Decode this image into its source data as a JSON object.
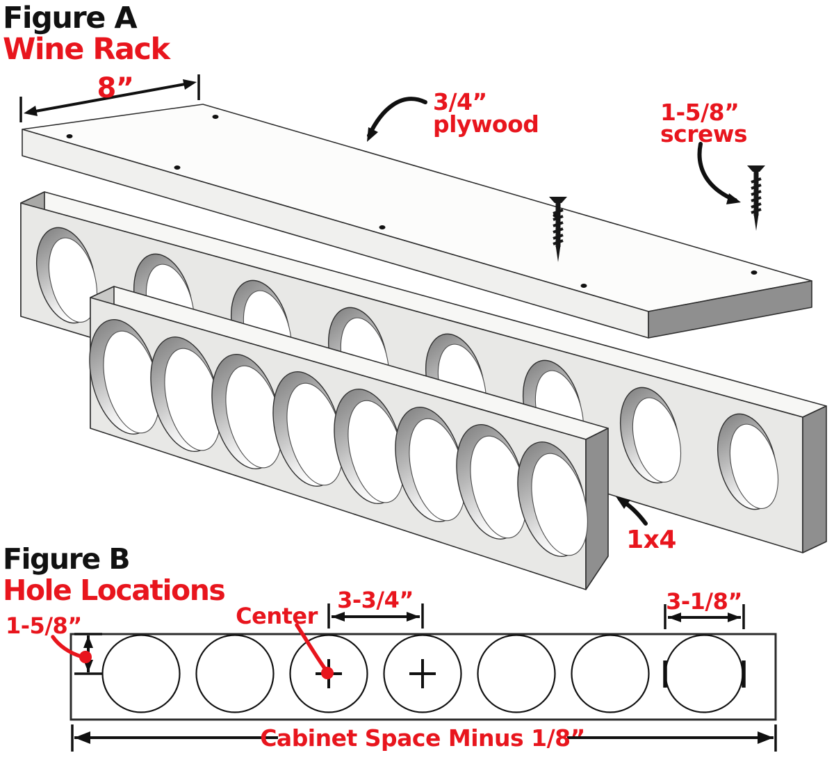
{
  "figure_a": {
    "heading": "Figure A",
    "subheading": "Wine Rack",
    "dim_width": "8”",
    "callout_plywood_l1": "3/4”",
    "callout_plywood_l2": "plywood",
    "callout_screws_l1": "1-5/8”",
    "callout_screws_l2": "screws",
    "callout_board": "1x4",
    "screw_count": 2,
    "holes_per_board": 8
  },
  "figure_b": {
    "heading": "Figure B",
    "subheading": "Hole Locations",
    "dim_edge": "1-5/8”",
    "label_center": "Center",
    "dim_spacing": "3-3/4”",
    "dim_diameter": "3-1/8”",
    "dim_overall": "Cabinet Space Minus 1/8”",
    "hole_count": 7
  },
  "colors": {
    "accent_red": "#e8151d",
    "ink_black": "#111111",
    "board_face": "#e8e8e6",
    "board_top": "#f7f7f5",
    "board_end": "#8f8f8f",
    "plywood_top": "#fcfcfb",
    "plywood_front": "#f0f0ee"
  }
}
